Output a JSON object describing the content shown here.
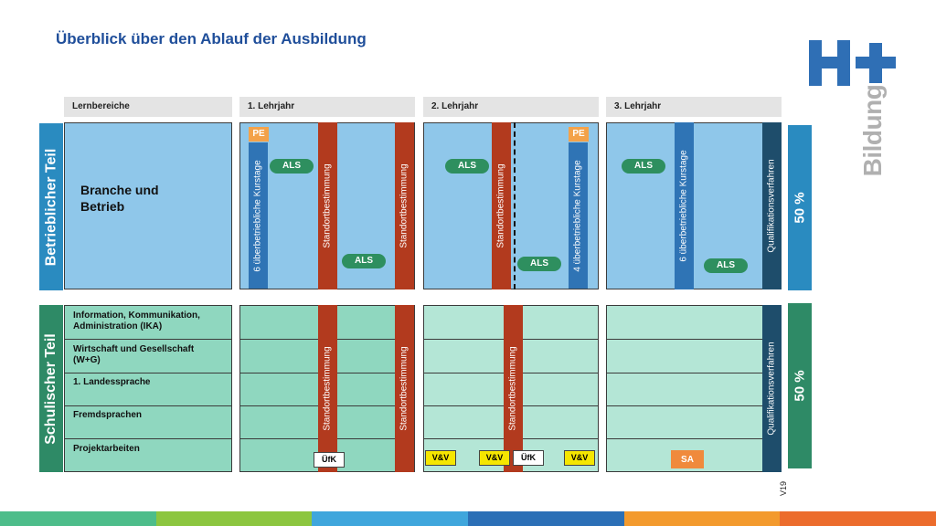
{
  "title": "Überblick über den Ablauf der Ausbildung",
  "logo": {
    "mark": "H+",
    "word": "Bildung"
  },
  "headers": [
    "Lernbereiche",
    "1. Lehrjahr",
    "2. Lehrjahr",
    "3. Lehrjahr"
  ],
  "side_labels": {
    "betrieb": "Betrieblicher Teil",
    "schule": "Schulischer Teil"
  },
  "percent": {
    "betrieb": "50 %",
    "schule": "50 %"
  },
  "betrieb_text": "Branche und Betrieb",
  "school_rows": [
    "Information, Kommunikation, Administration (IKA)",
    "Wirtschaft und Gesellschaft (W+G)",
    "1. Landessprache",
    "Fremdsprachen",
    "Projektarbeiten"
  ],
  "labels": {
    "standort": "Standortbestimmung",
    "kurse_y1": "6  überbetriebliche Kurstage",
    "kurse_y2": "4  überbetriebliche Kurstage",
    "kurse_y3": "6  überbetriebliche Kurstage",
    "qv": "Qualifikationsverfahren",
    "als": "ALS",
    "pe": "PE",
    "uefk": "ÜfK",
    "vv": "V&V",
    "sa": "SA"
  },
  "version": "V19",
  "colors": {
    "title": "#1f4e9a",
    "betrieb_fill": "#8fc7ea",
    "kurse_bar": "#2f74b5",
    "standort_bar": "#b23a1e",
    "qv_bar": "#1e4d6b",
    "pct_betrieb": "#2a8bc0",
    "pct_schule": "#2e8a66",
    "school_y1": "#8fd7bf",
    "school_y2": "#b4e6d6",
    "als": "#2e8f5f",
    "pe": "#f3a24a",
    "footer": [
      "#4dbd8a",
      "#8cc63f",
      "#3fa6dc",
      "#2b6fb6",
      "#f39a2d",
      "#ec6c2c"
    ]
  }
}
